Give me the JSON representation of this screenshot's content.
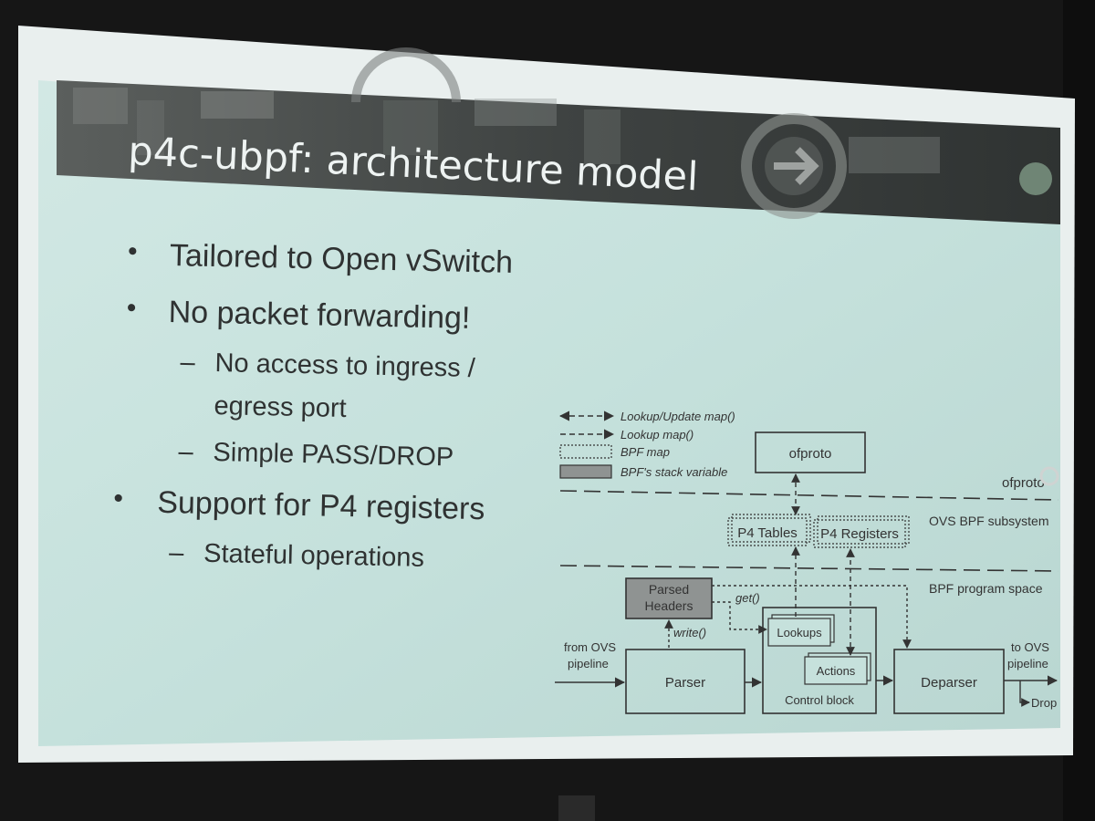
{
  "slide": {
    "title": "p4c-ubpf: architecture model",
    "bullets": [
      {
        "text": "Tailored to Open vSwitch"
      },
      {
        "text": "No packet forwarding!"
      },
      {
        "text": "Support for P4 registers"
      }
    ],
    "sub_bullets": [
      {
        "dash": "–",
        "lines": [
          "No access to ingress /",
          "egress port"
        ]
      },
      {
        "dash": "–",
        "lines": [
          "Simple PASS/DROP"
        ]
      },
      {
        "dash": "–",
        "lines": [
          "Stateful operations"
        ]
      }
    ],
    "bullet_glyph": "•"
  },
  "diagram": {
    "legend": [
      "Lookup/Update map()",
      "Lookup map()",
      "BPF map",
      "BPF's stack variable"
    ],
    "layers": {
      "ofproto": "ofproto",
      "ovs_bpf": "OVS BPF subsystem",
      "program_space": "BPF program space"
    },
    "boxes": {
      "ofproto": "ofproto",
      "p4_tables": "P4 Tables",
      "p4_registers": "P4 Registers",
      "parsed_headers": [
        "Parsed",
        "Headers"
      ],
      "lookups": "Lookups",
      "actions": "Actions",
      "parser": "Parser",
      "control_block": "Control block",
      "deparser": "Deparser"
    },
    "edge_labels": {
      "get": "get()",
      "write": "write()",
      "from_ovs": [
        "from OVS",
        "pipeline"
      ],
      "to_ovs": [
        "to OVS",
        "pipeline"
      ],
      "drop": "Drop"
    }
  },
  "colors": {
    "slide_bg": "#c6e1dc",
    "title_band": "#3b3f3f",
    "text": "#2f3232",
    "title_text": "#eef3f2",
    "stack_box": "#8f9392"
  }
}
